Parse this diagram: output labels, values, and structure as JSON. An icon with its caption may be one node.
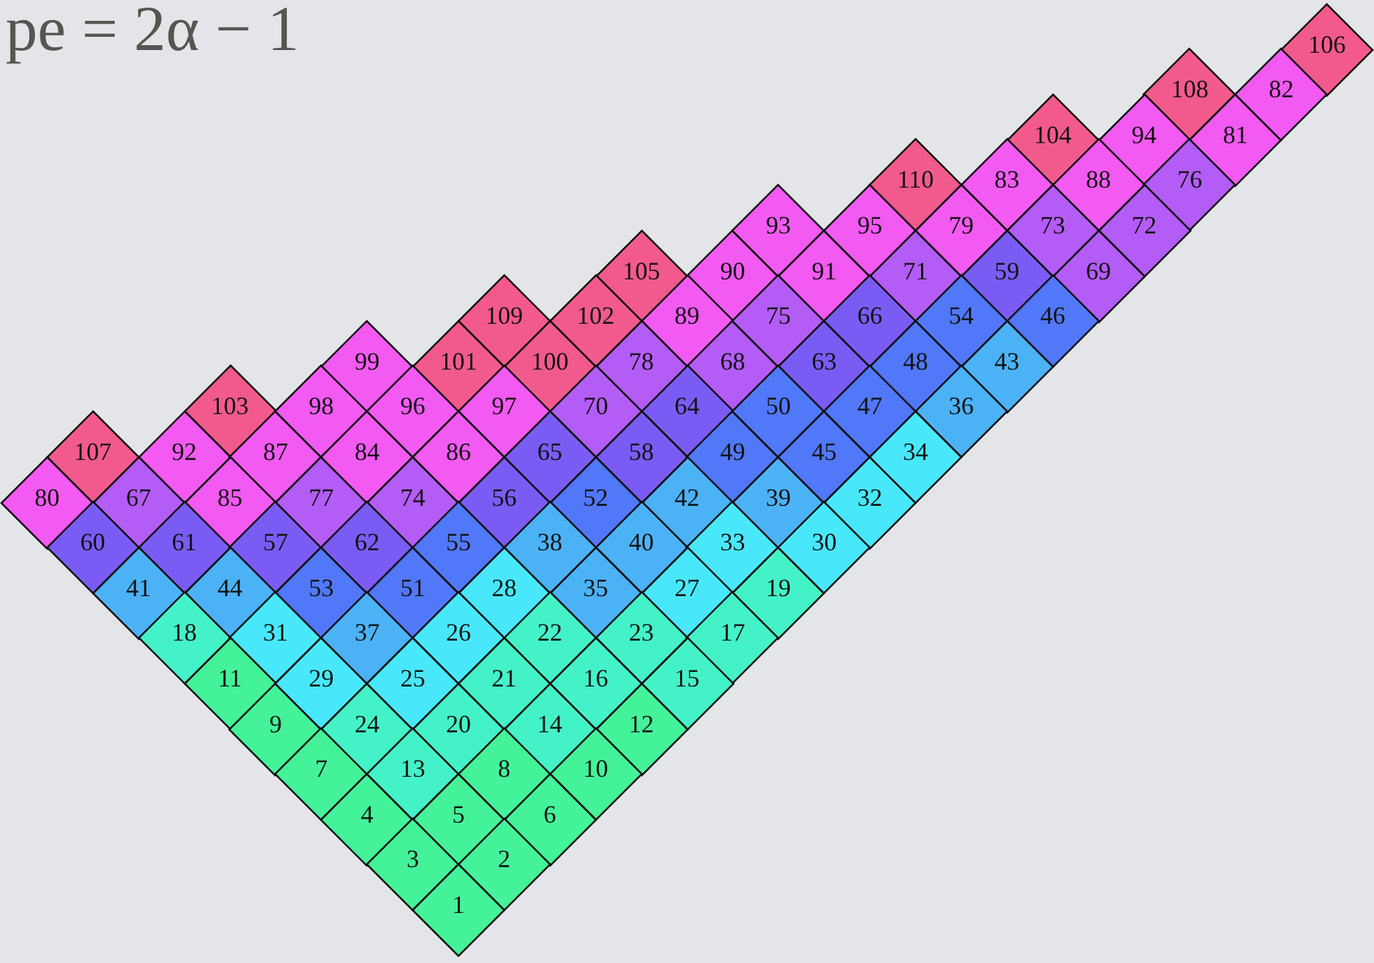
{
  "diagram": {
    "title": "pe = 2α − 1",
    "nodes": [
      {
        "text": [
          "106"
        ]
      },
      {
        "text": [
          "108"
        ]
      },
      {
        "text": [
          "82"
        ]
      },
      {
        "text": [
          "104"
        ]
      },
      {
        "text": [
          "94"
        ]
      },
      {
        "text": [
          "81"
        ]
      },
      {
        "text": [
          "110"
        ]
      },
      {
        "text": [
          "83"
        ]
      },
      {
        "text": [
          "88"
        ]
      },
      {
        "text": [
          "76"
        ]
      },
      {
        "text": [
          "93"
        ]
      },
      {
        "text": [
          "95"
        ]
      },
      {
        "text": [
          "79"
        ]
      },
      {
        "text": [
          "73"
        ]
      },
      {
        "text": [
          "72"
        ]
      },
      {
        "text": [
          "105"
        ]
      },
      {
        "text": [
          "90"
        ]
      },
      {
        "text": [
          "91"
        ]
      },
      {
        "text": [
          "71"
        ]
      },
      {
        "text": [
          "59"
        ]
      },
      {
        "text": [
          "69"
        ]
      },
      {
        "text": [
          "109"
        ]
      },
      {
        "text": [
          "102"
        ]
      },
      {
        "text": [
          "89"
        ]
      },
      {
        "text": [
          "75"
        ]
      },
      {
        "text": [
          "66"
        ]
      },
      {
        "text": [
          "54"
        ]
      },
      {
        "text": [
          "46"
        ]
      },
      {
        "text": [
          "99"
        ]
      },
      {
        "text": [
          "101"
        ]
      },
      {
        "text": [
          "100"
        ]
      },
      {
        "text": [
          "78"
        ]
      },
      {
        "text": [
          "68"
        ]
      },
      {
        "text": [
          "63"
        ]
      },
      {
        "text": [
          "48"
        ]
      },
      {
        "text": [
          "43"
        ]
      },
      {
        "text": [
          "103"
        ]
      },
      {
        "text": [
          "98"
        ]
      },
      {
        "text": [
          "96"
        ]
      },
      {
        "text": [
          "97"
        ]
      },
      {
        "text": [
          "70"
        ]
      },
      {
        "text": [
          "64"
        ]
      },
      {
        "text": [
          "50"
        ]
      },
      {
        "text": [
          "47"
        ]
      },
      {
        "text": [
          "36"
        ]
      },
      {
        "text": [
          "107"
        ]
      },
      {
        "text": [
          "92"
        ]
      },
      {
        "text": [
          "87"
        ]
      },
      {
        "text": [
          "84"
        ]
      },
      {
        "text": [
          "86"
        ]
      },
      {
        "text": [
          "65"
        ]
      },
      {
        "text": [
          "58"
        ]
      },
      {
        "text": [
          "49"
        ]
      },
      {
        "text": [
          "45"
        ]
      },
      {
        "text": [
          "34"
        ]
      },
      {
        "text": [
          "80"
        ]
      },
      {
        "text": [
          "67"
        ]
      },
      {
        "text": [
          "85"
        ]
      },
      {
        "text": [
          "77"
        ]
      },
      {
        "text": [
          "74"
        ]
      },
      {
        "text": [
          "56"
        ]
      },
      {
        "text": [
          "52"
        ]
      },
      {
        "text": [
          "42"
        ]
      },
      {
        "text": [
          "39"
        ]
      },
      {
        "text": [
          "32"
        ]
      },
      {
        "text": [
          "60"
        ]
      },
      {
        "text": [
          "61"
        ]
      },
      {
        "text": [
          "57"
        ]
      },
      {
        "text": [
          "62"
        ]
      },
      {
        "text": [
          "55"
        ]
      },
      {
        "text": [
          "38"
        ]
      },
      {
        "text": [
          "40"
        ]
      },
      {
        "text": [
          "33"
        ]
      },
      {
        "text": [
          "30"
        ]
      },
      {
        "text": [
          "41"
        ]
      },
      {
        "text": [
          "44"
        ]
      },
      {
        "text": [
          "53"
        ]
      },
      {
        "text": [
          "51"
        ]
      },
      {
        "text": [
          "28"
        ]
      },
      {
        "text": [
          "35"
        ]
      },
      {
        "text": [
          "27"
        ]
      },
      {
        "text": [
          "19"
        ]
      },
      {
        "text": [
          "18"
        ]
      },
      {
        "text": [
          "31"
        ]
      },
      {
        "text": [
          "37"
        ]
      },
      {
        "text": [
          "26"
        ]
      },
      {
        "text": [
          "22"
        ]
      },
      {
        "text": [
          "23"
        ]
      },
      {
        "text": [
          "17"
        ]
      },
      {
        "text": [
          "11"
        ]
      },
      {
        "text": [
          "29"
        ]
      },
      {
        "text": [
          "25"
        ]
      },
      {
        "text": [
          "21"
        ]
      },
      {
        "text": [
          "16"
        ]
      },
      {
        "text": [
          "15"
        ]
      },
      {
        "text": [
          "9"
        ]
      },
      {
        "text": [
          "24"
        ]
      },
      {
        "text": [
          "20"
        ]
      },
      {
        "text": [
          "14"
        ]
      },
      {
        "text": [
          "12"
        ]
      },
      {
        "text": [
          "7"
        ]
      },
      {
        "text": [
          "13"
        ]
      },
      {
        "text": [
          "8"
        ]
      },
      {
        "text": [
          "10"
        ]
      },
      {
        "text": [
          "4"
        ]
      },
      {
        "text": [
          "5"
        ]
      },
      {
        "text": [
          "6"
        ]
      },
      {
        "text": [
          "3"
        ]
      },
      {
        "text": [
          "2"
        ]
      },
      {
        "text": [
          "1"
        ]
      }
    ]
  }
}
